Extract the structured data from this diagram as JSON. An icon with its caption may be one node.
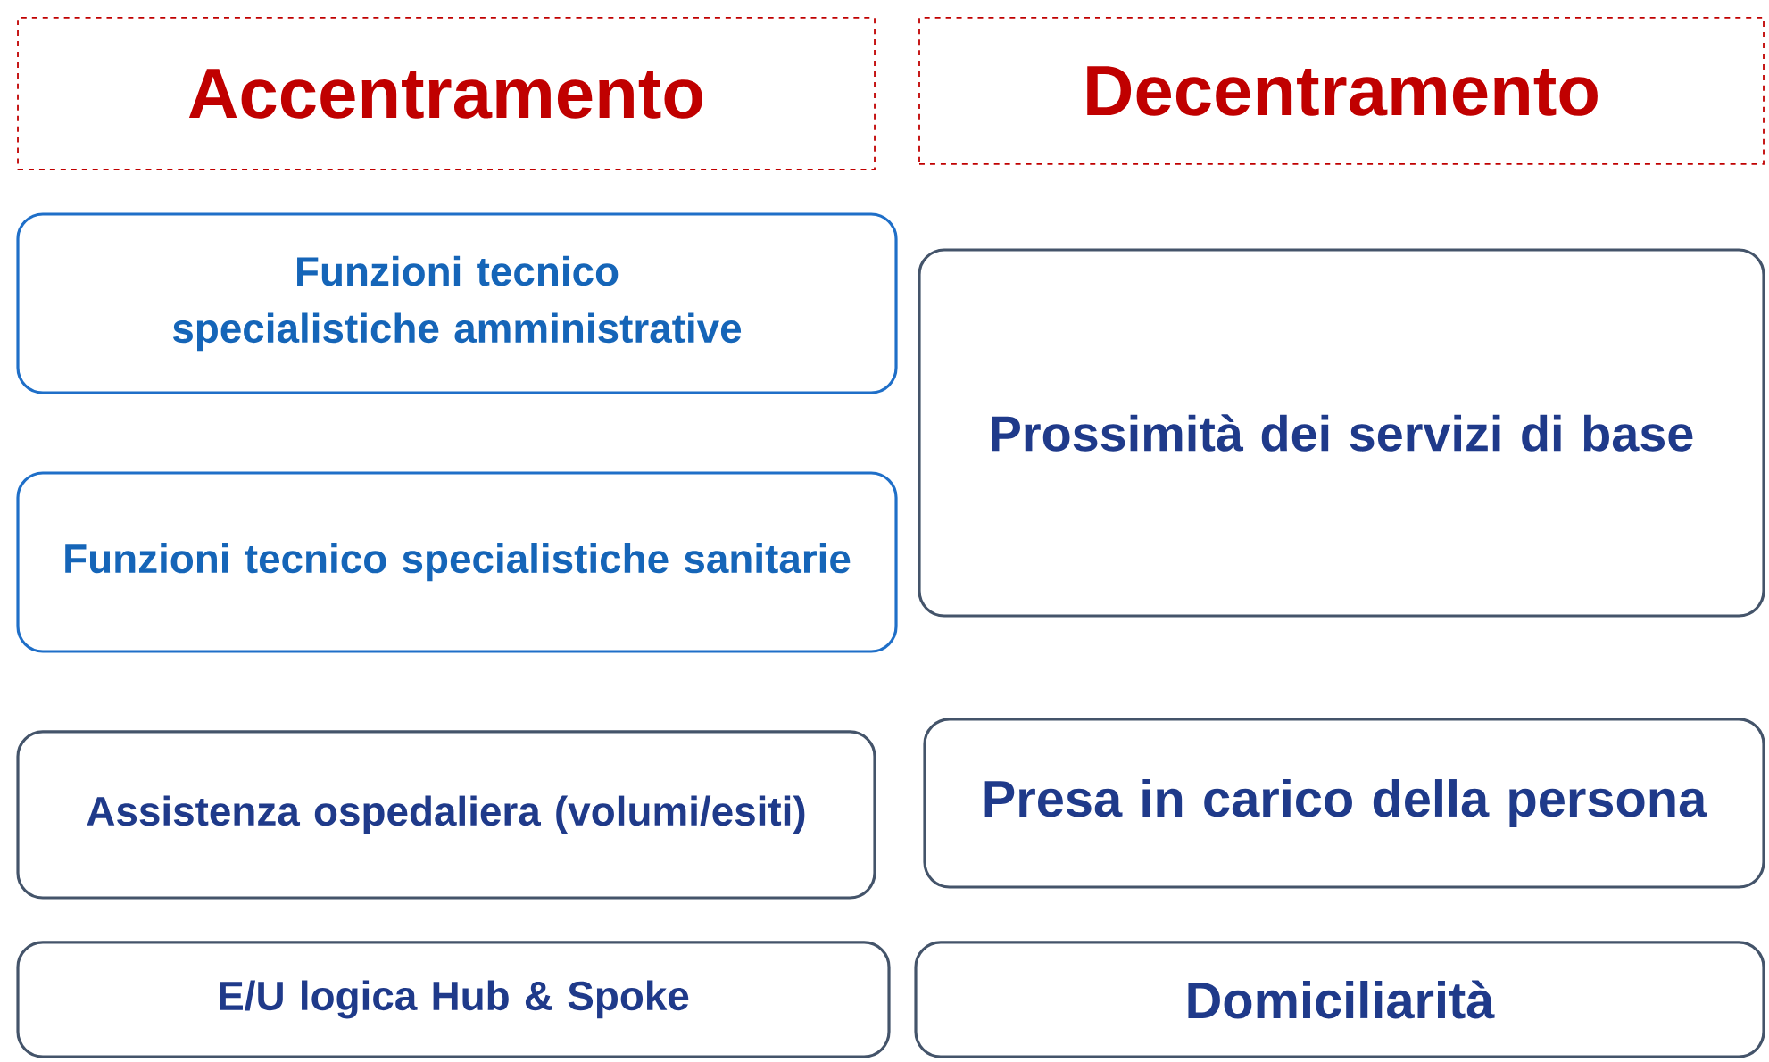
{
  "diagram": {
    "nodes": [
      {
        "text": [
          "Accentramento"
        ]
      },
      {
        "text": [
          "Decentramento"
        ]
      },
      {
        "text": [
          "Funzioni tecnico specialistiche amministrative"
        ]
      },
      {
        "text": [
          "Funzioni tecnico specialistiche sanitarie"
        ]
      },
      {
        "text": [
          "Assistenza ospedaliera (volumi/esiti)"
        ]
      },
      {
        "text": [
          "E/U logica Hub & Spoke"
        ]
      },
      {
        "text": [
          "Prossimità dei servizi di base"
        ]
      },
      {
        "text": [
          "Presa in carico della persona"
        ]
      },
      {
        "text": [
          "Domiciliarità"
        ]
      }
    ]
  }
}
